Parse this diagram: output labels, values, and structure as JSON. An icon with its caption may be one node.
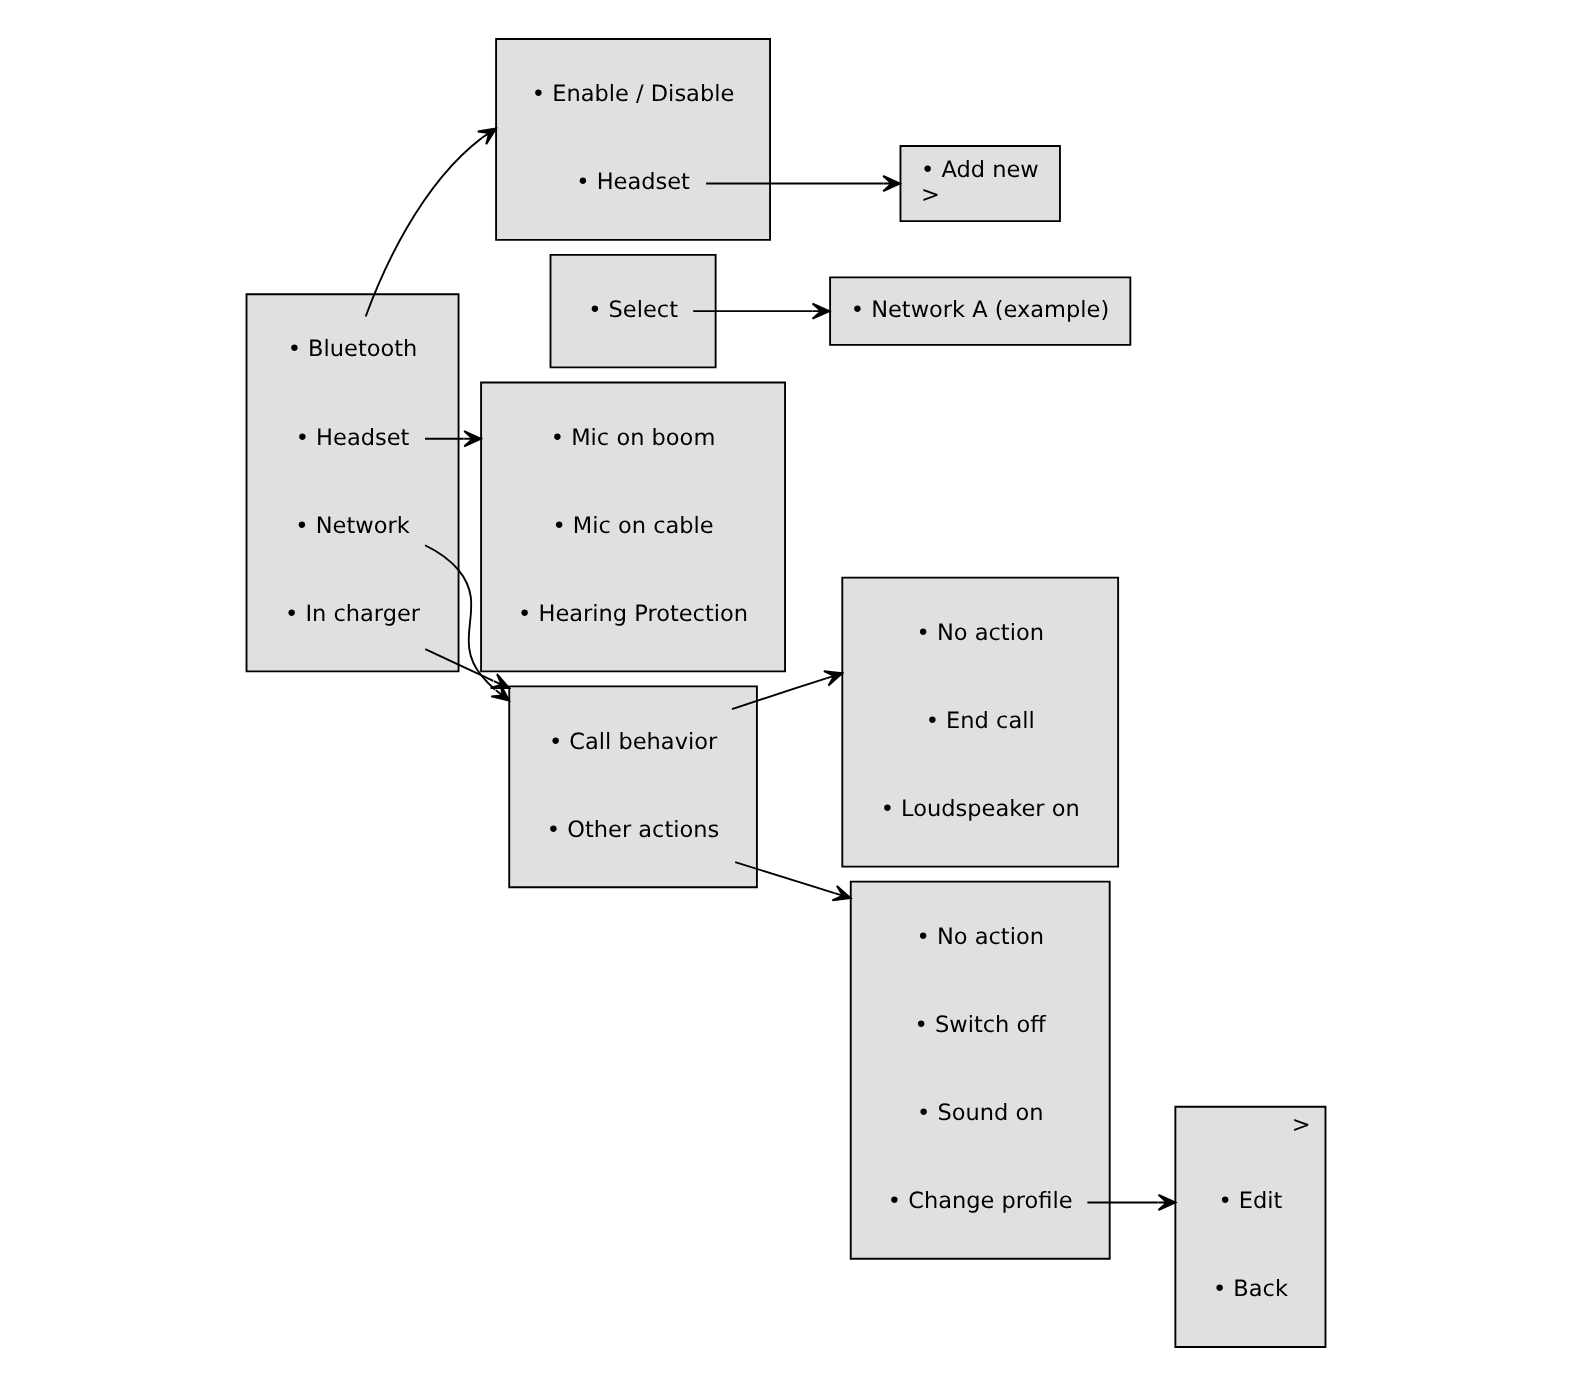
{
  "diagram": {
    "nodes": [
      {
        "text": [],
        "shape": "box"
      },
      {
        "text": [
          "• Bluetooth"
        ],
        "in": 0
      },
      {
        "text": [
          "• Headset"
        ],
        "in": 0
      },
      {
        "text": [
          "• Network"
        ],
        "in": 0
      },
      {
        "text": [
          "• In charger"
        ],
        "in": 0
      },
      {
        "text": [],
        "shape": "box"
      },
      {
        "text": [
          "• Enable / Disable"
        ],
        "in": 5
      },
      {
        "text": [
          "• Headset"
        ],
        "in": 5
      },
      {
        "text": [
          "• Add new",
          ">"
        ]
      },
      {
        "text": [],
        "shape": "box"
      },
      {
        "text": [
          "• Mic on boom"
        ],
        "in": 9
      },
      {
        "text": [
          "• Mic on cable"
        ],
        "in": 9
      },
      {
        "text": [
          "• Hearing Protection"
        ],
        "in": 9
      },
      {
        "text": [],
        "shape": "box"
      },
      {
        "text": [
          "• Select"
        ],
        "in": 13
      },
      {
        "text": [
          "• Network A (example)"
        ]
      },
      {
        "text": [],
        "shape": "box"
      },
      {
        "text": [
          "• Call behavior"
        ],
        "in": 16
      },
      {
        "text": [
          "• Other actions"
        ],
        "in": 16
      },
      {
        "text": [],
        "shape": "box"
      },
      {
        "text": [
          "• No action"
        ],
        "in": 19
      },
      {
        "text": [
          "• End call"
        ],
        "in": 19
      },
      {
        "text": [
          "• Loudspeaker on"
        ],
        "in": 19
      },
      {
        "text": [],
        "shape": "box"
      },
      {
        "text": [
          "• No action"
        ],
        "in": 23
      },
      {
        "text": [
          "• Switch off"
        ],
        "in": 23
      },
      {
        "text": [
          "• Sound on"
        ],
        "in": 23
      },
      {
        "text": [
          "• Change profile"
        ],
        "in": 23
      },
      {
        "text": [
          ">"
        ]
      },
      {
        "text": [
          "• Edit"
        ],
        "in": 28
      },
      {
        "text": [
          "• Back"
        ],
        "in": 28
      }
    ],
    "edges": [
      {
        "from": 1,
        "to": 5,
        "arrow": "to"
      },
      {
        "from": 7,
        "to": 8,
        "arrow": "to"
      },
      {
        "from": 2,
        "to": 9,
        "arrow": "to"
      },
      {
        "from": 14,
        "to": 15,
        "arrow": "to"
      },
      {
        "from": 3,
        "to": 16,
        "arrow": "to"
      },
      {
        "from": 4,
        "to": 16,
        "arrow": "to"
      },
      {
        "from": 17,
        "to": 19,
        "arrow": "to"
      },
      {
        "from": 18,
        "to": 23,
        "arrow": "to"
      },
      {
        "from": 27,
        "to": 28,
        "arrow": "to"
      }
    ]
  }
}
